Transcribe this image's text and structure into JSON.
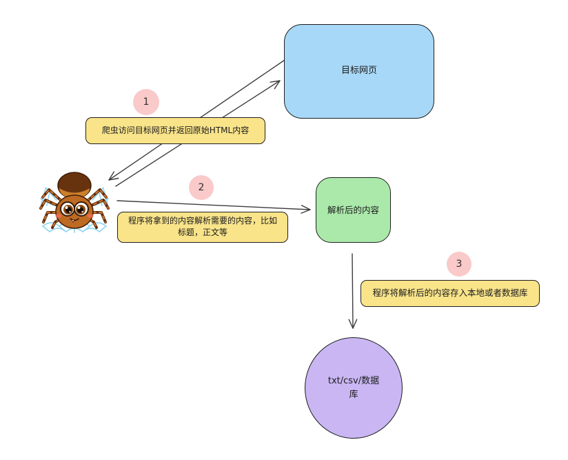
{
  "diagram": {
    "colors": {
      "node_target_fill": "#a8d8f7",
      "node_parsed_fill": "#abe9ab",
      "node_storage_fill": "#c9b6f3",
      "step_label_fill": "#f9e48a",
      "badge_fill": "#fac9c9",
      "stroke": "#1e1e1e",
      "arrow": "#3c3c3c",
      "text": "#1b1b1b",
      "web_blue": "#8fd4ef"
    },
    "nodes": {
      "target_page": {
        "label": "目标网页"
      },
      "parsed_content": {
        "label": "解析后的内容"
      },
      "storage": {
        "label": "txt/csv/数据库"
      }
    },
    "steps": [
      {
        "number": "1",
        "label": "爬虫访问目标网页并返回原始HTML内容"
      },
      {
        "number": "2",
        "label": "程序将拿到的内容解析需要的内容，比如标题，正文等"
      },
      {
        "number": "3",
        "label": "程序将解析后的内容存入本地或者数据库"
      }
    ]
  }
}
